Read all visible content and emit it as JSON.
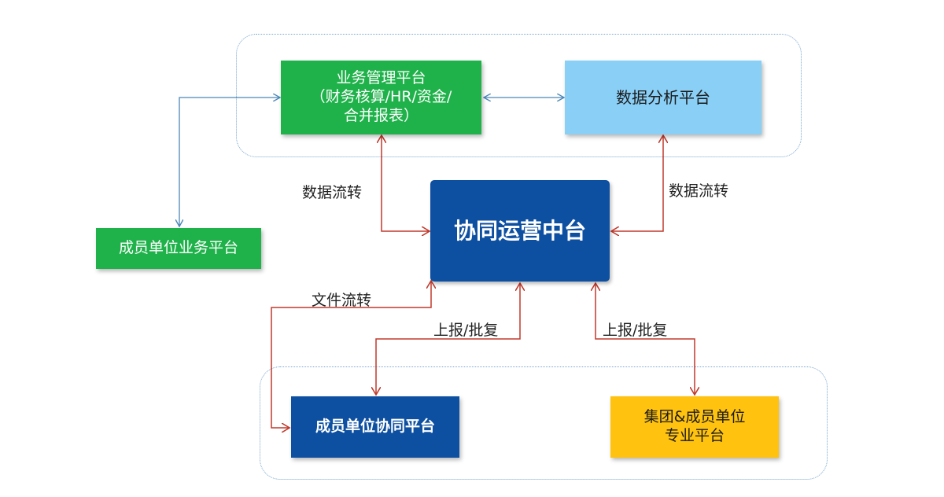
{
  "colors": {
    "green": "#1fb24a",
    "light_blue": "#89cff6",
    "dark_blue": "#0d4fa0",
    "yellow": "#ffc20e",
    "blue_arrow": "#4a87b8",
    "red_arrow": "#c0392b",
    "group_border": "#7aa7cf"
  },
  "nodes": {
    "biz_mgmt": {
      "line1": "业务管理平台",
      "line2": "（财务核算/HR/资金/",
      "line3": "合并报表）"
    },
    "data_analysis": {
      "label": "数据分析平台"
    },
    "member_biz": {
      "label": "成员单位业务平台"
    },
    "core": {
      "label": "协同运营中台"
    },
    "member_collab": {
      "label": "成员单位协同平台"
    },
    "group_pro": {
      "line1": "集团&成员单位",
      "line2": "专业平台"
    }
  },
  "edge_labels": {
    "data_flow_left": "数据流转",
    "data_flow_right": "数据流转",
    "file_flow": "文件流转",
    "report_left": "上报/批复",
    "report_right": "上报/批复"
  }
}
